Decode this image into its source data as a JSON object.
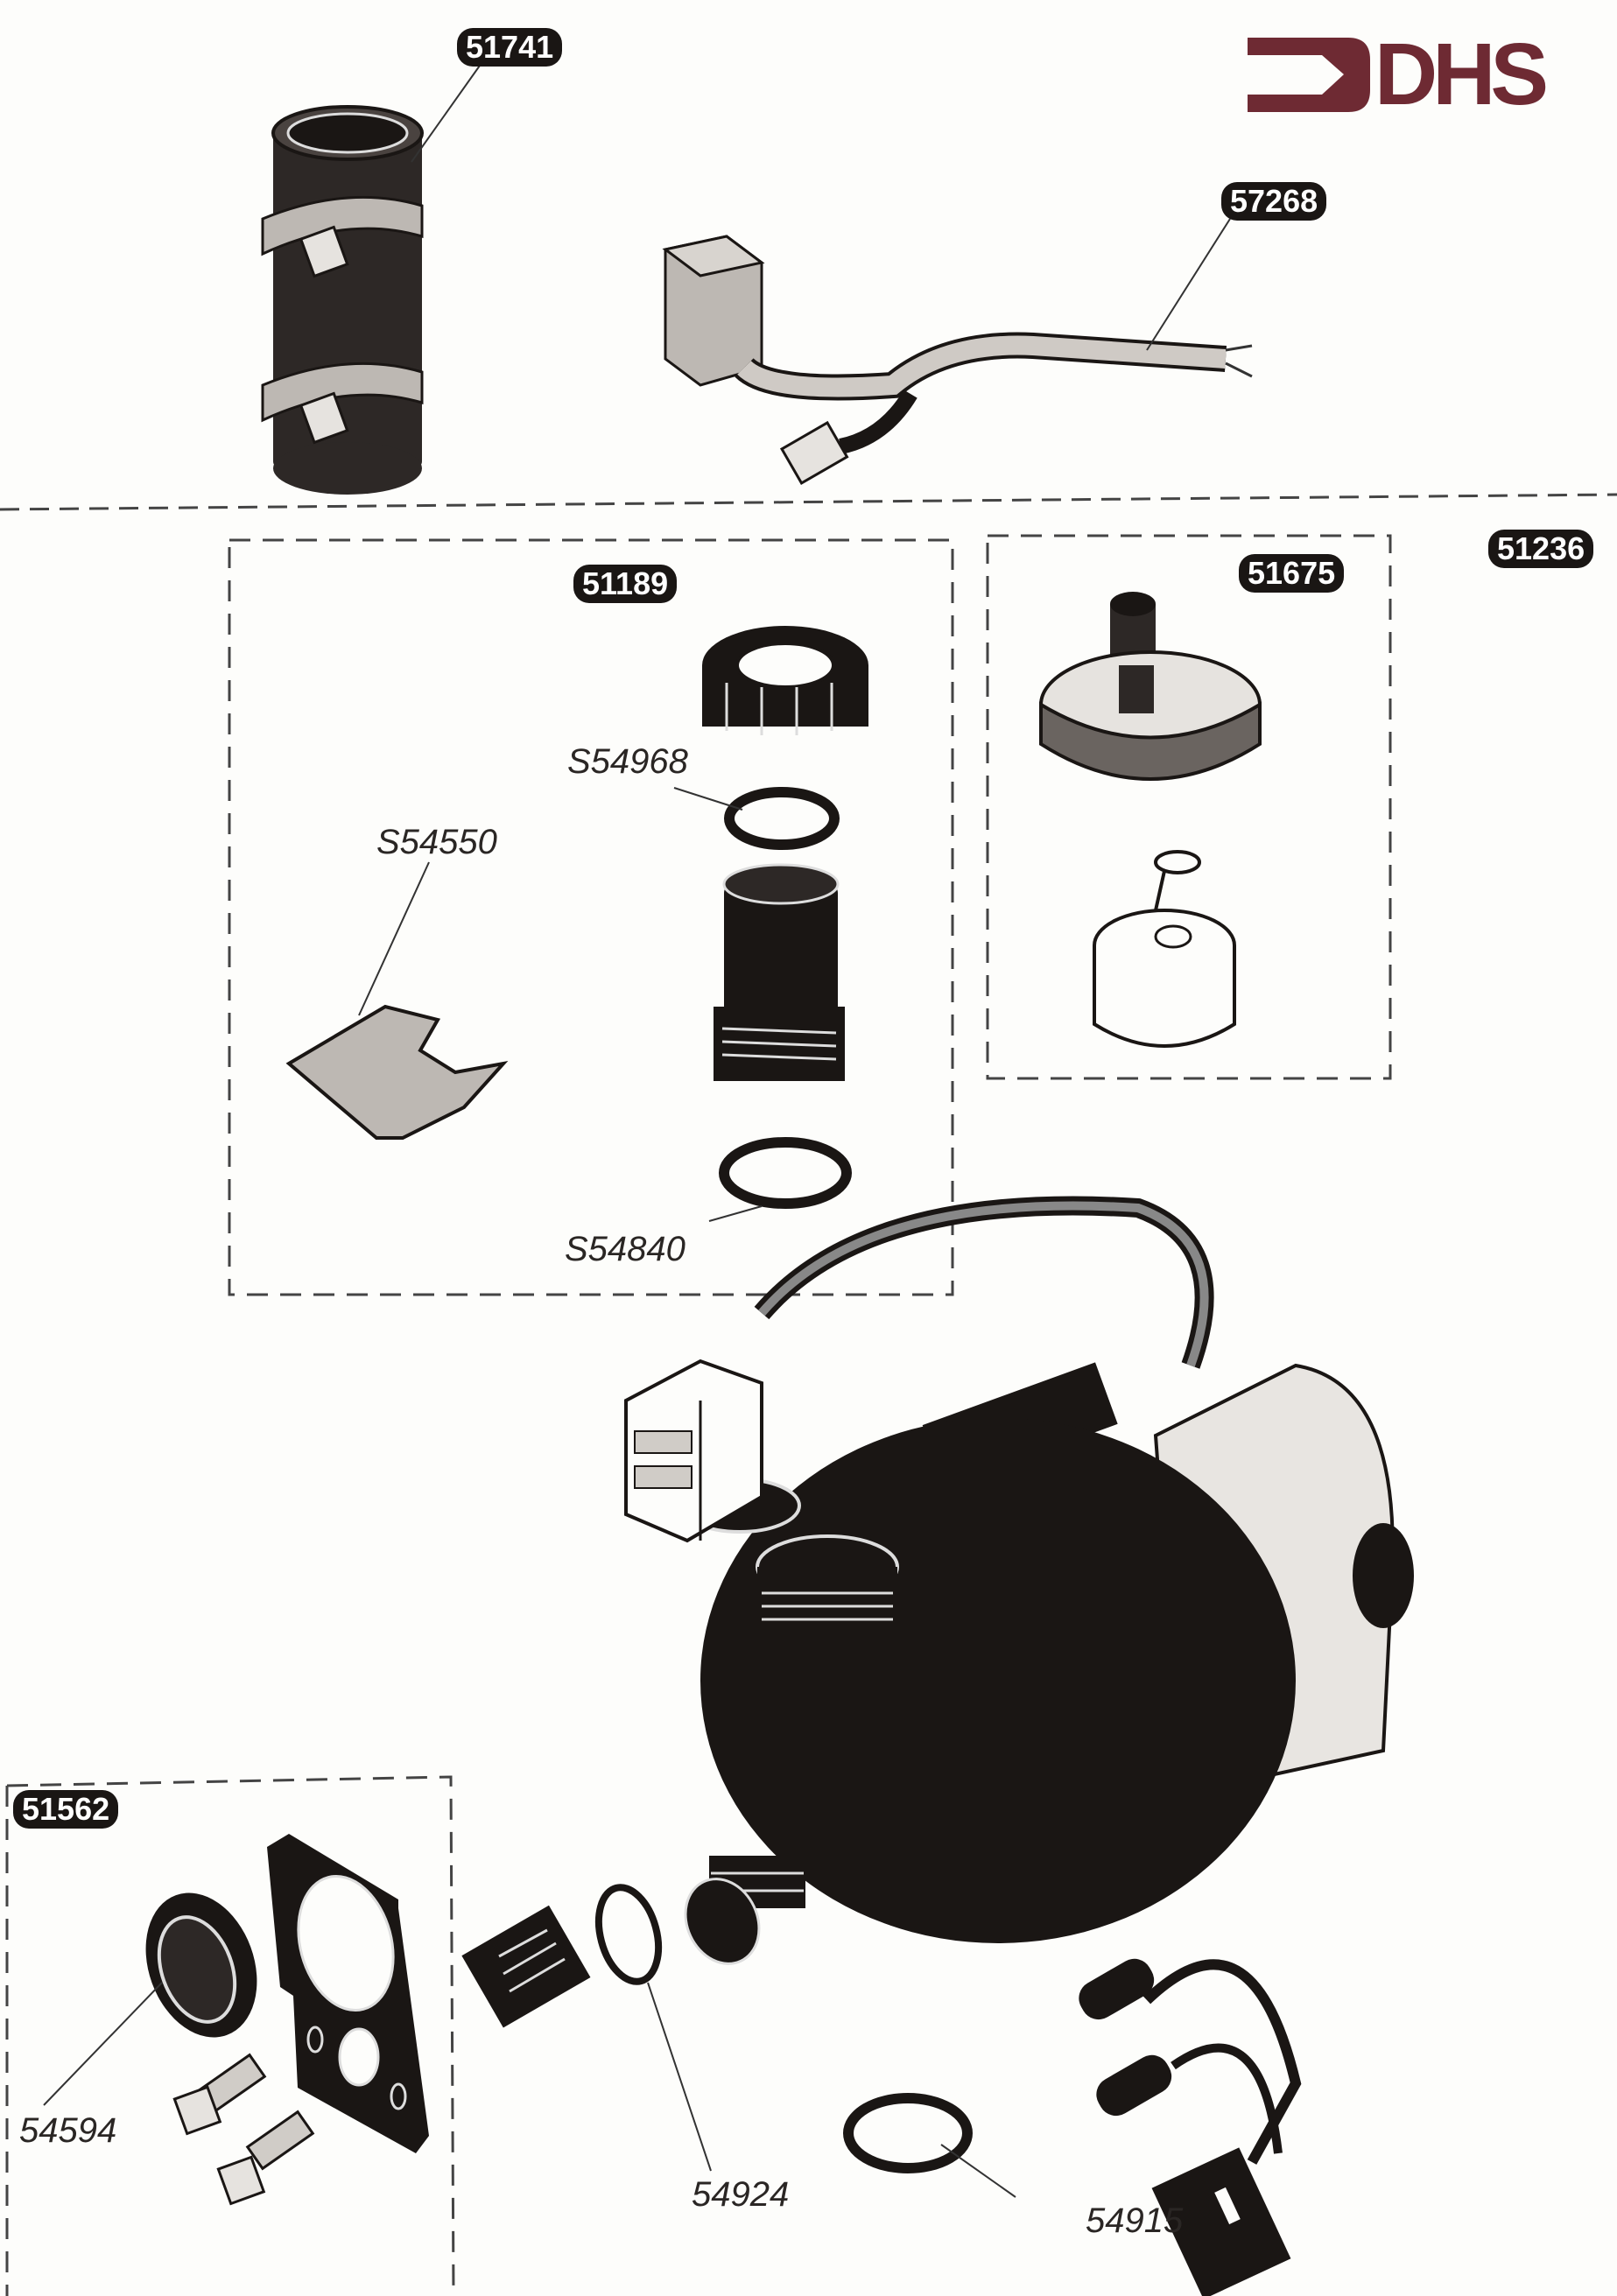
{
  "document": {
    "type": "exploded parts diagram",
    "brand": {
      "logo_text": "DHS",
      "color": "#6e2a33"
    }
  },
  "badges": [
    {
      "id": "51741",
      "label": "51741"
    },
    {
      "id": "57268",
      "label": "57268"
    },
    {
      "id": "51189",
      "label": "51189"
    },
    {
      "id": "51675",
      "label": "51675"
    },
    {
      "id": "51236",
      "label": "51236"
    },
    {
      "id": "51562",
      "label": "51562"
    }
  ],
  "part_labels": [
    {
      "id": "S54968",
      "label": "S54968"
    },
    {
      "id": "S54550",
      "label": "S54550"
    },
    {
      "id": "S54840",
      "label": "S54840"
    },
    {
      "id": "54594",
      "label": "54594"
    },
    {
      "id": "54924",
      "label": "54924"
    },
    {
      "id": "54915",
      "label": "54915"
    }
  ],
  "groups": [
    {
      "name": "kit-51189",
      "contains": [
        "S54968",
        "S54550",
        "S54840"
      ]
    },
    {
      "name": "kit-51675",
      "contains": []
    },
    {
      "name": "kit-51562",
      "contains": [
        "54594"
      ]
    }
  ]
}
